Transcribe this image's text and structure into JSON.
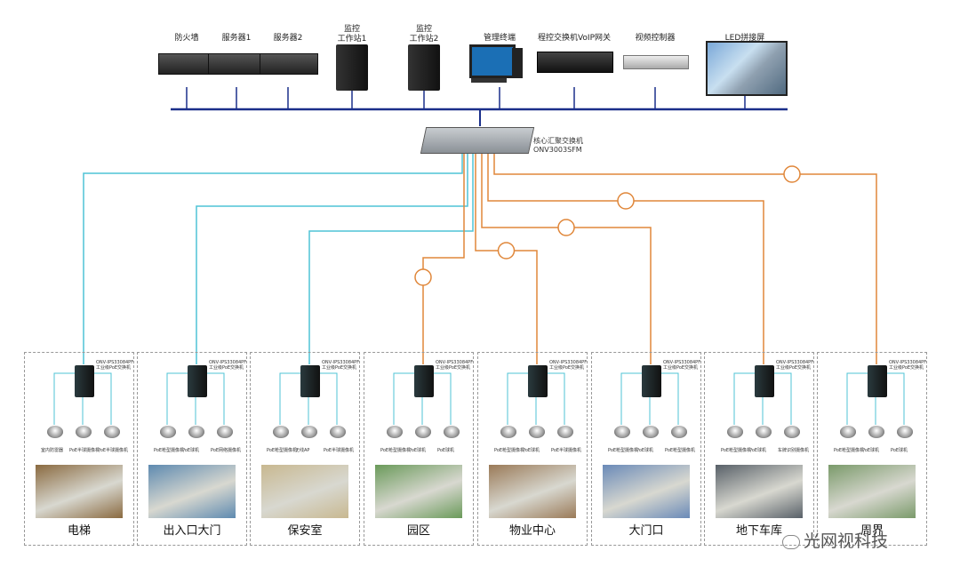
{
  "top_devices": [
    {
      "label": "防火墙"
    },
    {
      "label": "服务器1"
    },
    {
      "label": "服务器2"
    },
    {
      "label": "监控\n工作站1"
    },
    {
      "label": "监控\n工作站2"
    },
    {
      "label": "管理终端"
    },
    {
      "label": "程控交换机VoIP网关"
    },
    {
      "label": "视频控制器"
    },
    {
      "label": "LED拼接屏"
    }
  ],
  "core_switch": {
    "line1": "核心汇聚交换机",
    "line2": "ONV3003SFM"
  },
  "zones": [
    {
      "name": "电梯",
      "switch_label": "ONV-IPS33084PF\n工业级PoE交换机",
      "devices": [
        "室内防雷器",
        "PoE半球摄像机",
        "PoE半球摄像机"
      ],
      "link": "cyan"
    },
    {
      "name": "出入口大门",
      "switch_label": "ONV-IPS33084PF\n工业级PoE交换机",
      "devices": [
        "PoE枪型摄像机",
        "PoE球机",
        "PoE网络摄像机"
      ],
      "link": "cyan"
    },
    {
      "name": "保安室",
      "switch_label": "ONV-IPS33084PF\n工业级PoE交换机",
      "devices": [
        "PoE枪型摄像机",
        "无线AP",
        "PoE半球摄像机"
      ],
      "link": "cyan"
    },
    {
      "name": "园区",
      "switch_label": "ONV-IPS33084PF\n工业级PoE交换机",
      "devices": [
        "PoE枪型摄像机",
        "PoE球机",
        "PoE球机"
      ],
      "link": "orange"
    },
    {
      "name": "物业中心",
      "switch_label": "ONV-IPS33084PF\n工业级PoE交换机",
      "devices": [
        "PoE枪型摄像机",
        "PoE球机",
        "PoE半球摄像机"
      ],
      "link": "orange"
    },
    {
      "name": "大门口",
      "switch_label": "ONV-IPS33084PF\n工业级PoE交换机",
      "devices": [
        "PoE枪型摄像机",
        "PoE球机",
        "PoE枪型摄像机"
      ],
      "link": "orange"
    },
    {
      "name": "地下车库",
      "switch_label": "ONV-IPS33084PF\n工业级PoE交换机",
      "devices": [
        "PoE枪型摄像机",
        "PoE球机",
        "车牌识别摄像机"
      ],
      "link": "orange"
    },
    {
      "name": "周界",
      "switch_label": "ONV-IPS33084PF\n工业级PoE交换机",
      "devices": [
        "PoE枪型摄像机",
        "PoE球机",
        "PoE球机"
      ],
      "link": "orange"
    }
  ],
  "colors": {
    "bus": "#1a2f8a",
    "cyan": "#4fc3d6",
    "orange": "#e0873a",
    "device": "#3a3a3a"
  },
  "watermark": "光网视科技"
}
